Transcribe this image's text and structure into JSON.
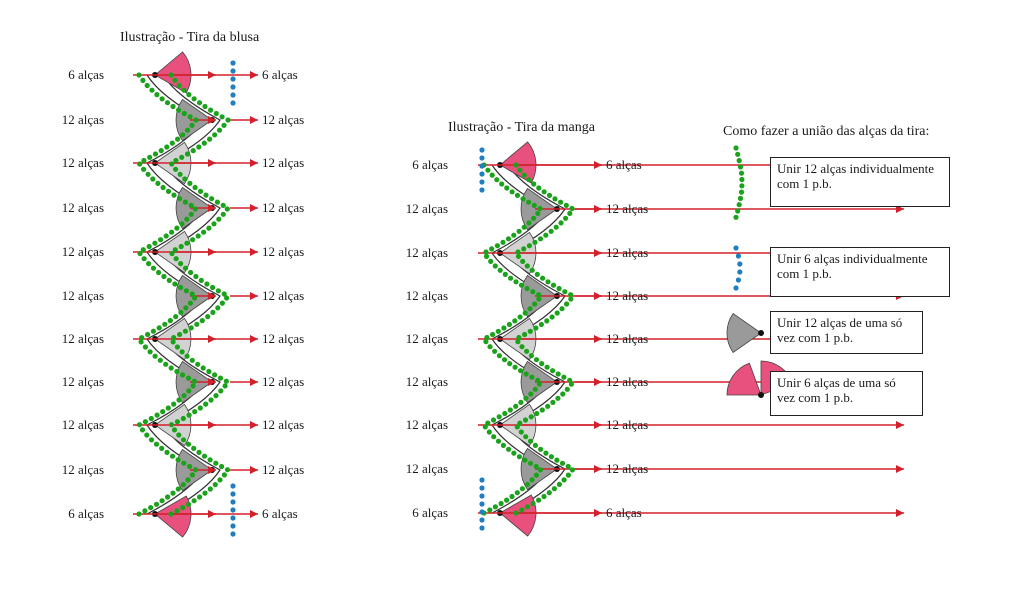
{
  "blusa": {
    "title": "Ilustração - Tira da blusa",
    "left_labels": [
      "6 alças",
      "12 alças",
      "12 alças",
      "12 alças",
      "12 alças",
      "12 alças",
      "12 alças",
      "12 alças",
      "12 alças",
      "12 alças",
      "6 alças"
    ],
    "right_labels": [
      "6 alças",
      "12 alças",
      "12 alças",
      "12 alças",
      "12 alças",
      "12 alças",
      "12 alças",
      "12 alças",
      "12 alças",
      "12 alças",
      "6 alças"
    ]
  },
  "manga": {
    "title": "Ilustração - Tira da manga",
    "left_labels": [
      "6 alças",
      "12 alças",
      "12 alças",
      "12 alças",
      "12 alças",
      "12 alças",
      "12 alças",
      "12 alças",
      "6 alças"
    ],
    "right_labels": [
      "6 alças",
      "12 alças",
      "12 alças",
      "12 alças",
      "12 alças",
      "12 alças",
      "12 alças",
      "12 alças",
      "6 alças"
    ]
  },
  "legend": {
    "title": "Como fazer a união das alças da tira:",
    "items": [
      {
        "text": "Unir 12 alças individualmente com 1 p.b.",
        "symbol": "green-dots"
      },
      {
        "text": "Unir 6 alças individualmente com 1 p.b.",
        "symbol": "blue-dots"
      },
      {
        "text": "Unir 12 alças de uma só vez com 1 p.b.",
        "symbol": "gray-fan"
      },
      {
        "text": "Unir 6 alças de uma só vez com 1 p.b.",
        "symbol": "pink-fan"
      }
    ]
  },
  "colors": {
    "green": "#1aa31a",
    "blue": "#1f7fc0",
    "gray_dark": "#9a9a9a",
    "gray_light": "#d2d2d2",
    "pink": "#e8517d",
    "arrow": "#d4202a",
    "line": "#333333"
  }
}
